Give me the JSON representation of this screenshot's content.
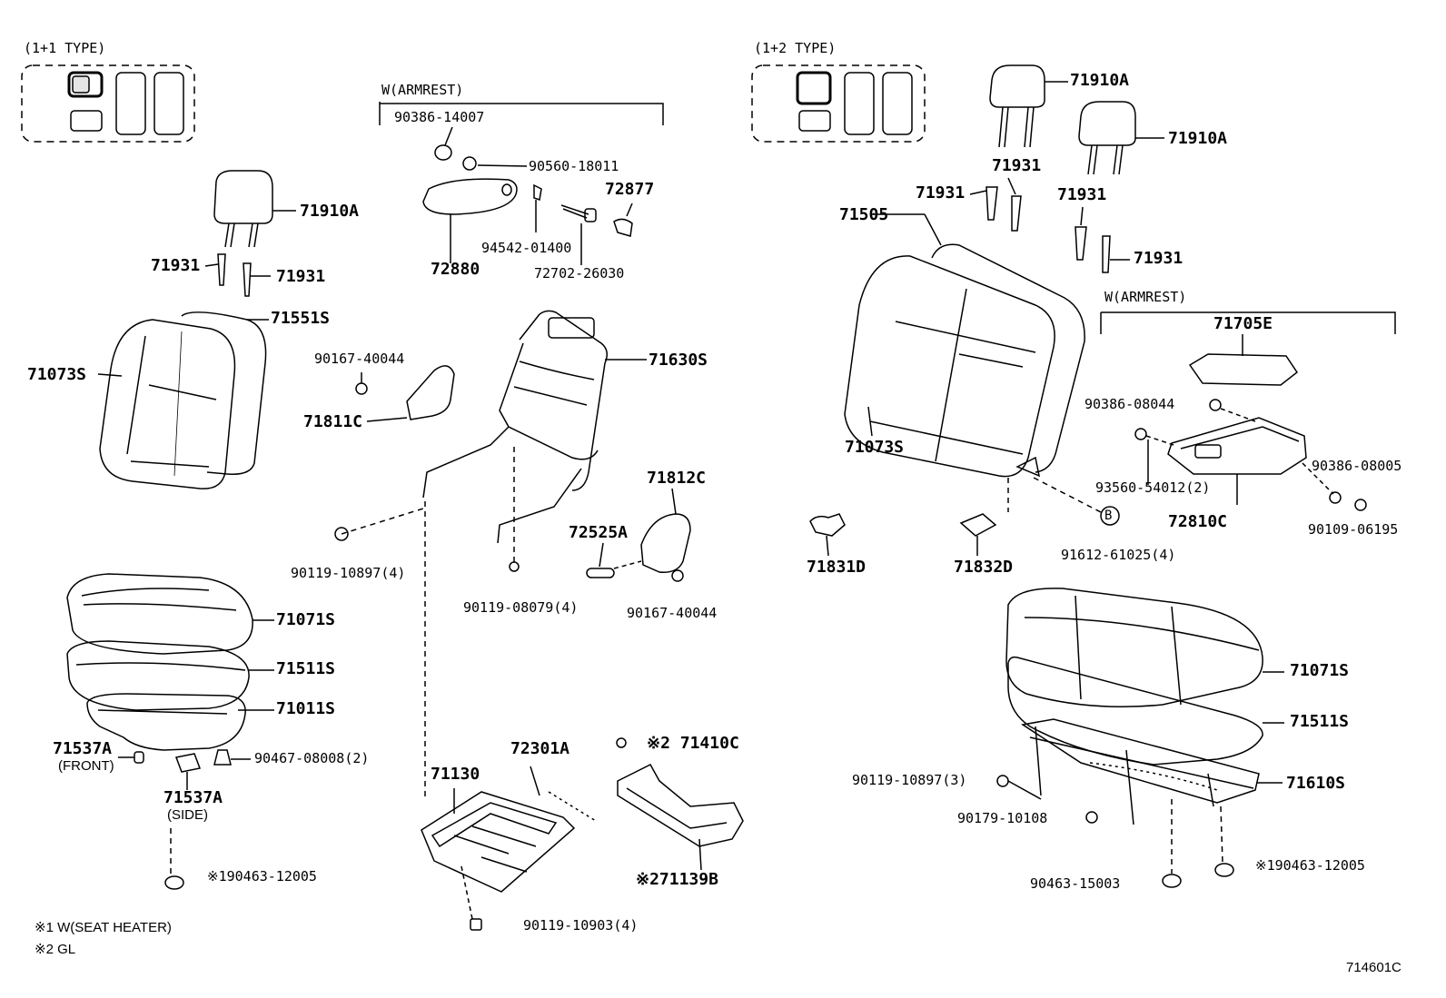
{
  "left_panel": {
    "type_label": "(1+1 TYPE)",
    "armrest_label": "W(ARMREST)",
    "parts": {
      "p71910A": "71910A",
      "p71931a": "71931",
      "p71931b": "71931",
      "p71551S": "71551S",
      "p71073S": "71073S",
      "p90386_14007": "90386-14007",
      "p90560_18011": "90560-18011",
      "p72877": "72877",
      "p94542_01400": "94542-01400",
      "p72880": "72880",
      "p72702_26030": "72702-26030",
      "p90167_40044a": "90167-40044",
      "p71811C": "71811C",
      "p71630S": "71630S",
      "p71812C": "71812C",
      "p72525A": "72525A",
      "p90119_10897_4": "90119-10897(4)",
      "p90119_08079_4": "90119-08079(4)",
      "p90167_40044b": "90167-40044",
      "p71071S": "71071S",
      "p71511S": "71511S",
      "p71011S": "71011S",
      "p71537A_front": "71537A",
      "front_note": "(FRONT)",
      "p90467_08008_2": "90467-08008(2)",
      "p71537A_side": "71537A",
      "side_note": "(SIDE)",
      "p190463_12005": "※190463-12005",
      "p72301A": "72301A",
      "p71130": "71130",
      "p71410C": "※2 71410C",
      "p71139B": "※271139B",
      "p90119_10903_4": "90119-10903(4)"
    },
    "notes": {
      "note1": "※1 W(SEAT HEATER)",
      "note2": "※2 GL"
    }
  },
  "right_panel": {
    "type_label": "(1+2 TYPE)",
    "armrest_label": "W(ARMREST)",
    "parts": {
      "p71910A_a": "71910A",
      "p71910A_b": "71910A",
      "p71931_a": "71931",
      "p71931_b": "71931",
      "p71931_c": "71931",
      "p71931_d": "71931",
      "p71505": "71505",
      "p71705E": "71705E",
      "p90386_08044": "90386-08044",
      "p71073S": "71073S",
      "p90386_08005": "90386-08005",
      "p93560_54012_2": "93560-54012(2)",
      "p72810C": "72810C",
      "p90109_06195": "90109-06195",
      "p71831D": "71831D",
      "p71832D": "71832D",
      "p91612_61025_4": "91612-61025(4)",
      "b_marker": "B",
      "p71071S": "71071S",
      "p71511S": "71511S",
      "p90119_10897_3": "90119-10897(3)",
      "p71610S": "71610S",
      "p90179_10108": "90179-10108",
      "p90463_15003": "90463-15003",
      "p190463_12005": "※190463-12005"
    }
  },
  "figure_id": "714601C"
}
